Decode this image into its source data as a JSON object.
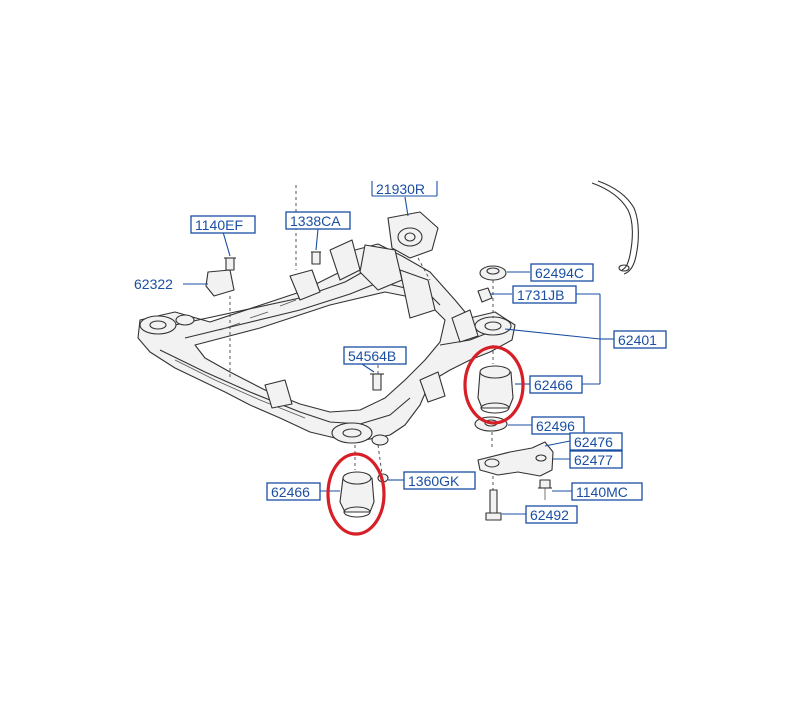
{
  "labels": {
    "p21930R": "21930R",
    "p1140EF": "1140EF",
    "p1338CA": "1338CA",
    "p62322": "62322",
    "p62494C": "62494C",
    "p1731JB": "1731JB",
    "p62401": "62401",
    "p54564B": "54564B",
    "p62466_right": "62466",
    "p62496": "62496",
    "p62476": "62476",
    "p62477": "62477",
    "p62466_left": "62466",
    "p1360GK": "1360GK",
    "p1140MC": "1140MC",
    "p62492": "62492"
  },
  "colors": {
    "label_blue": "#1a4fa3",
    "highlight_red": "#d61f26",
    "line_art": "#333333"
  }
}
